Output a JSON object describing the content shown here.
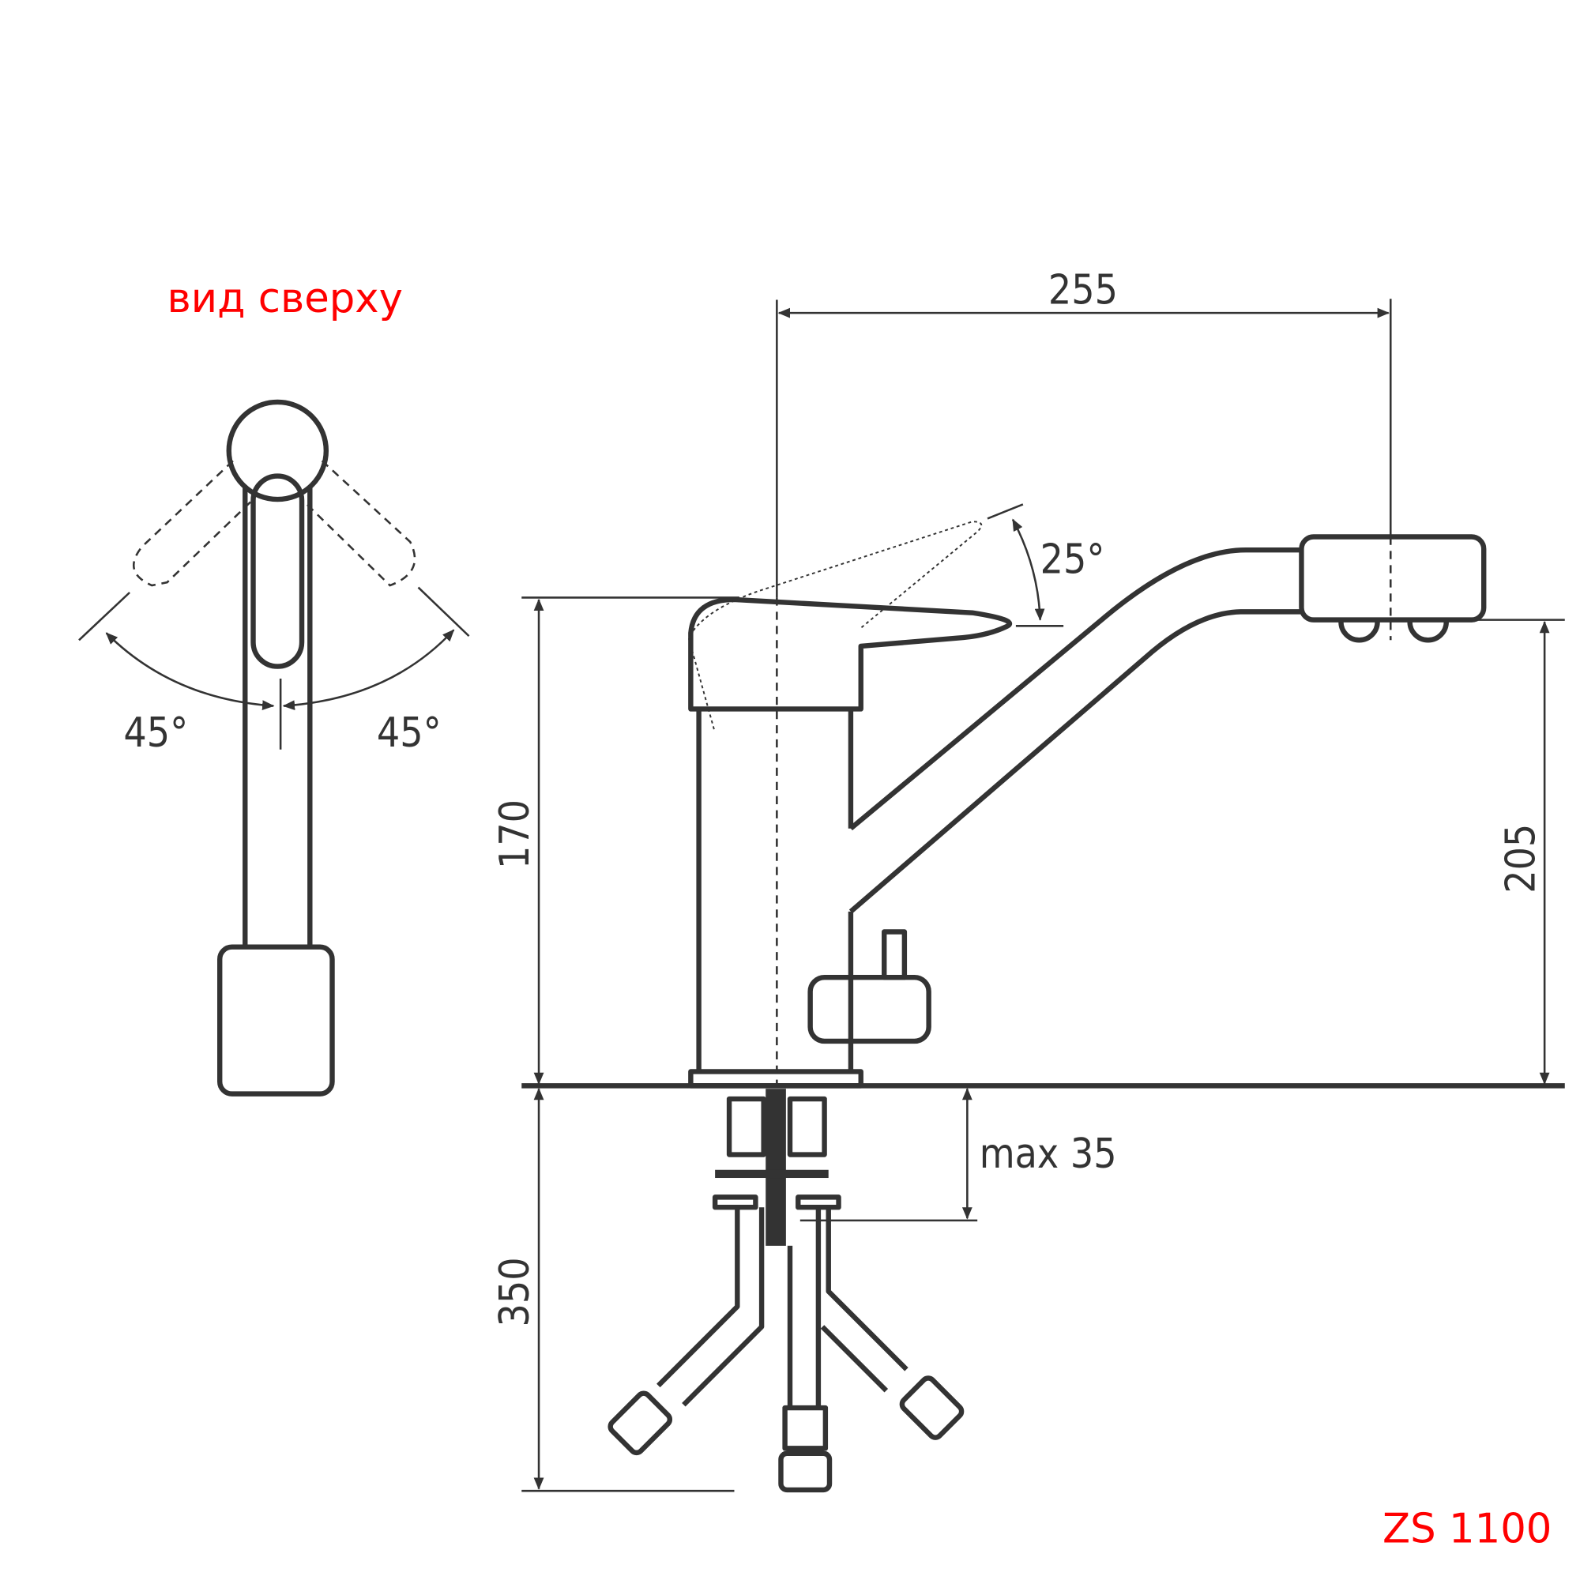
{
  "top_view_label": "вид сверху",
  "model": "ZS 1100",
  "dimensions": {
    "width": "255",
    "height_body": "170",
    "height_spout": "205",
    "hose_length": "350",
    "max_thickness": "max 35",
    "handle_angle": "25°",
    "swivel_left": "45°",
    "swivel_right": "45°"
  },
  "colors": {
    "line": "#333333",
    "accent": "#ff0000"
  }
}
